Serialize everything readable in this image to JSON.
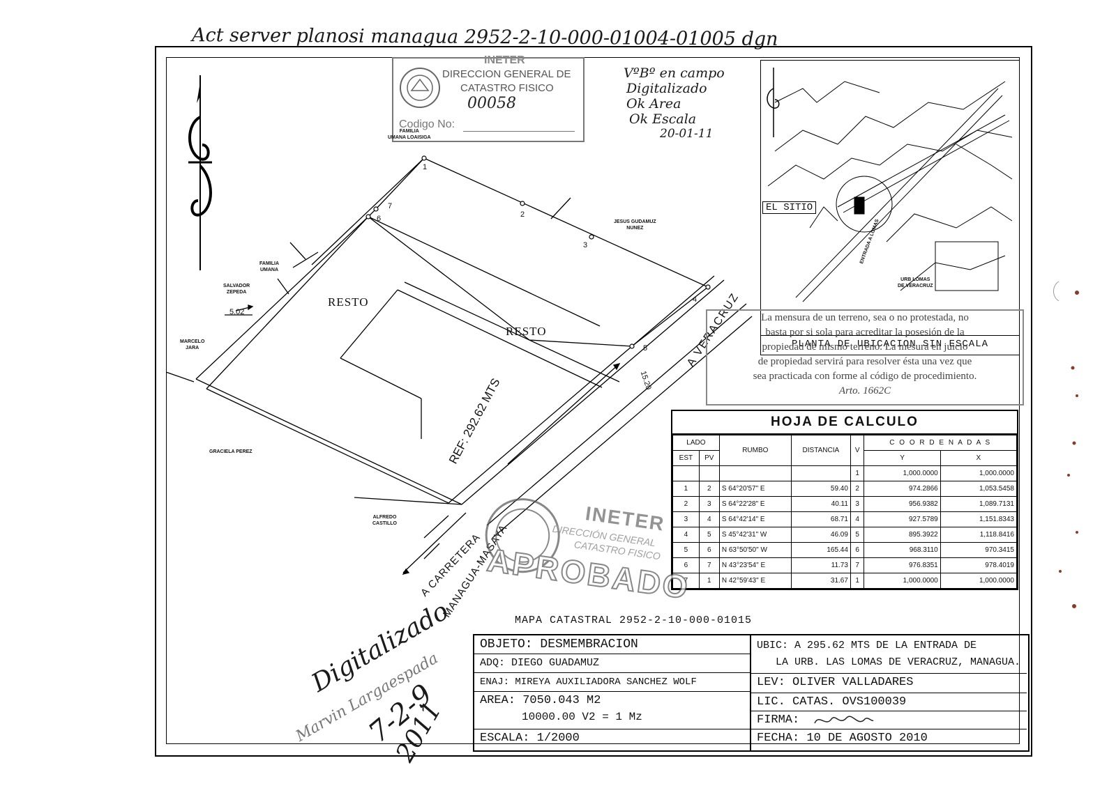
{
  "header_handwriting": "Act server planosi managua 2952-2-10-000-01004-01005 dgn",
  "stamp_top": {
    "agency": "INETER",
    "line1": "DIRECCION GENERAL DE",
    "line2": "CATASTRO FISICO",
    "number": "00058",
    "field_label": "Codigo No:"
  },
  "handwritten_notes": [
    "VºBº en campo",
    "Digitalizado",
    "Ok Area",
    "Ok Escala",
    "20-01-11"
  ],
  "neighbors": {
    "familia_umana_loaisiga": "FAMILIA\nUMANA LOAISIGA",
    "jesus_guadamuz": "JESUS GUDAMUZ\nNUNEZ",
    "familia_umana": "FAMILIA\nUMANA",
    "salvador_zepeda": "SALVADOR\nZEPEDA",
    "marcelo_jara": "MARCELO\nJARA",
    "graciela_perez": "GRACIELA PEREZ",
    "alfredo_castillo": "ALFREDO\nCASTILLO"
  },
  "map_labels": {
    "resto_1": "RESTO",
    "resto_2": "RESTO",
    "dim_502": "5.02",
    "dim_1520": "15.20",
    "ref": "REF: 292.62 MTS",
    "a_veracruz": "A VERACRUZ",
    "carretera": "A CARRETERA",
    "managua_masaya": "MANAGUA-MASAYA"
  },
  "points": [
    "1",
    "2",
    "3",
    "4",
    "5",
    "6",
    "7"
  ],
  "location_map": {
    "el_sitio": "EL SITIO",
    "urb_lomas": "URB LOMAS\nDE VERACRUZ",
    "entrada": "ENTRADA A LOMAS",
    "title": "PLANTA DE UBICACION SIN ESCALA"
  },
  "legal_stamp": {
    "line1": "La mensura de un terreno, sea o no protestada, no",
    "line2": "basta por si sola para acreditar la posesión de la",
    "line3": "propiedad de mismo terreno. La mesura en juicio",
    "line4": "de propiedad servirá para resolver ésta una vez que",
    "line5": "sea practicada con forme al código de procedimiento.",
    "line6": "Arto. 1662C"
  },
  "stamp_approved": {
    "agency": "INETER",
    "line1": "DIRECCIÓN GENERAL",
    "line2": "CATASTRO FISICO",
    "status": "APROBADO"
  },
  "calc_table": {
    "title": "HOJA DE CALCULO",
    "h_lado": "LADO",
    "h_est": "EST",
    "h_pv": "PV",
    "h_rumbo": "RUMBO",
    "h_distancia": "DISTANCIA",
    "h_v": "V",
    "h_coordenadas": "C O O R D E N A D A S",
    "h_y": "Y",
    "h_x": "X",
    "rows": [
      {
        "est": "",
        "pv": "",
        "rumbo": "",
        "dist": "",
        "v": "1",
        "y": "1,000.0000",
        "x": "1,000.0000"
      },
      {
        "est": "1",
        "pv": "2",
        "rumbo": "S 64°20'57\" E",
        "dist": "59.40",
        "v": "2",
        "y": "974.2866",
        "x": "1,053.5458"
      },
      {
        "est": "2",
        "pv": "3",
        "rumbo": "S 64°22'28\" E",
        "dist": "40.11",
        "v": "3",
        "y": "956.9382",
        "x": "1,089.7131"
      },
      {
        "est": "3",
        "pv": "4",
        "rumbo": "S 64°42'14\" E",
        "dist": "68.71",
        "v": "4",
        "y": "927.5789",
        "x": "1,151.8343"
      },
      {
        "est": "4",
        "pv": "5",
        "rumbo": "S 45°42'31\" W",
        "dist": "46.09",
        "v": "5",
        "y": "895.3922",
        "x": "1,118.8416"
      },
      {
        "est": "5",
        "pv": "6",
        "rumbo": "N 63°50'50\" W",
        "dist": "165.44",
        "v": "6",
        "y": "968.3110",
        "x": "970.3415"
      },
      {
        "est": "6",
        "pv": "7",
        "rumbo": "N 43°23'54\" E",
        "dist": "11.73",
        "v": "7",
        "y": "976.8351",
        "x": "978.4019"
      },
      {
        "est": "7",
        "pv": "1",
        "rumbo": "N 42°59'43\" E",
        "dist": "31.67",
        "v": "1",
        "y": "1,000.0000",
        "x": "1,000.0000"
      }
    ]
  },
  "map_caption": "MAPA CATASTRAL 2952-2-10-000-01015",
  "title_block": {
    "objeto": "OBJETO: DESMEMBRACION",
    "adq": "ADQ: DIEGO GUADAMUZ",
    "enaj": "ENAJ: MIREYA AUXILIADORA SANCHEZ WOLF",
    "area": "AREA: 7050.043 M2",
    "conversion": "10000.00 V2 = 1 Mz",
    "escala": "ESCALA: 1/2000",
    "ubic_line1": "UBIC: A 295.62 MTS DE LA ENTRADA DE",
    "ubic_line2": "LA URB. LAS LOMAS DE VERACRUZ, MANAGUA.",
    "lev": "LEV: OLIVER VALLADARES",
    "lic": "LIC. CATAS. OVS100039",
    "firma": "FIRMA:",
    "fecha": "FECHA: 10 DE AGOSTO 2010"
  },
  "signature_notes": {
    "digitalizado": "Digitalizado",
    "name": "Marvin Largaespada",
    "date": "7-2-9",
    "year": "2011"
  }
}
